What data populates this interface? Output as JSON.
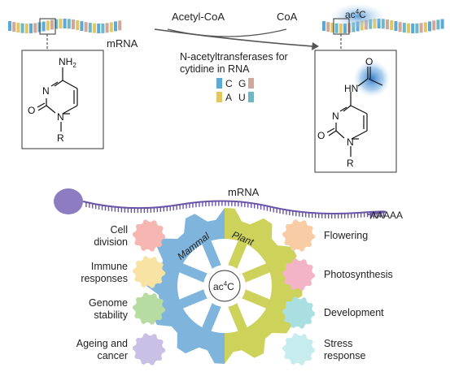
{
  "reaction": {
    "substrate": "Acetyl-CoA",
    "product": "CoA",
    "mrna_label": "mRNA",
    "enzyme_line1": "N-acetyltransferases for",
    "enzyme_line2": "cytidine in RNA",
    "product_mark": "ac",
    "product_mark_sup": "4",
    "product_mark_end": "C"
  },
  "legend": {
    "row1": [
      "C",
      "G"
    ],
    "row2": [
      "A",
      "U"
    ],
    "colors": {
      "C": "#5aa9d6",
      "G": "#d0a79a",
      "A": "#e2c661",
      "U": "#6ab8c8"
    }
  },
  "left_structure": {
    "amine": "NH",
    "amine_sub": "2",
    "n3": "N",
    "o": "O",
    "n1": "N",
    "r": "R"
  },
  "right_structure": {
    "hn": "HN",
    "o_acetyl": "O",
    "n3": "N",
    "o": "O",
    "n1": "N",
    "r": "R"
  },
  "bottom": {
    "mrna_label": "mRNA",
    "polya": "AAAAA",
    "gear_left": "Mammal",
    "gear_right": "Plant",
    "center_mark": "ac",
    "center_sup": "4",
    "center_end": "C",
    "left_items": [
      {
        "line1": "Cell",
        "line2": "division",
        "color": "#f6b6b2"
      },
      {
        "line1": "Immune",
        "line2": "responses",
        "color": "#f9e3a4"
      },
      {
        "line1": "Genome",
        "line2": "stability",
        "color": "#b7dca2"
      },
      {
        "line1": "Ageing and",
        "line2": "cancer",
        "color": "#c9c0e6"
      }
    ],
    "right_items": [
      {
        "line1": "Flowering",
        "line2": "",
        "color": "#f8cda5"
      },
      {
        "line1": "Photosynthesis",
        "line2": "",
        "color": "#f4b4c8"
      },
      {
        "line1": "Development",
        "line2": "",
        "color": "#a9dfe0"
      },
      {
        "line1": "Stress",
        "line2": "response",
        "color": "#c6ecee"
      }
    ],
    "colors": {
      "mammal": "#7fb5dc",
      "plant": "#cdd25a",
      "mrna": "#6a54a8",
      "cap": "#8e7cc3"
    }
  }
}
